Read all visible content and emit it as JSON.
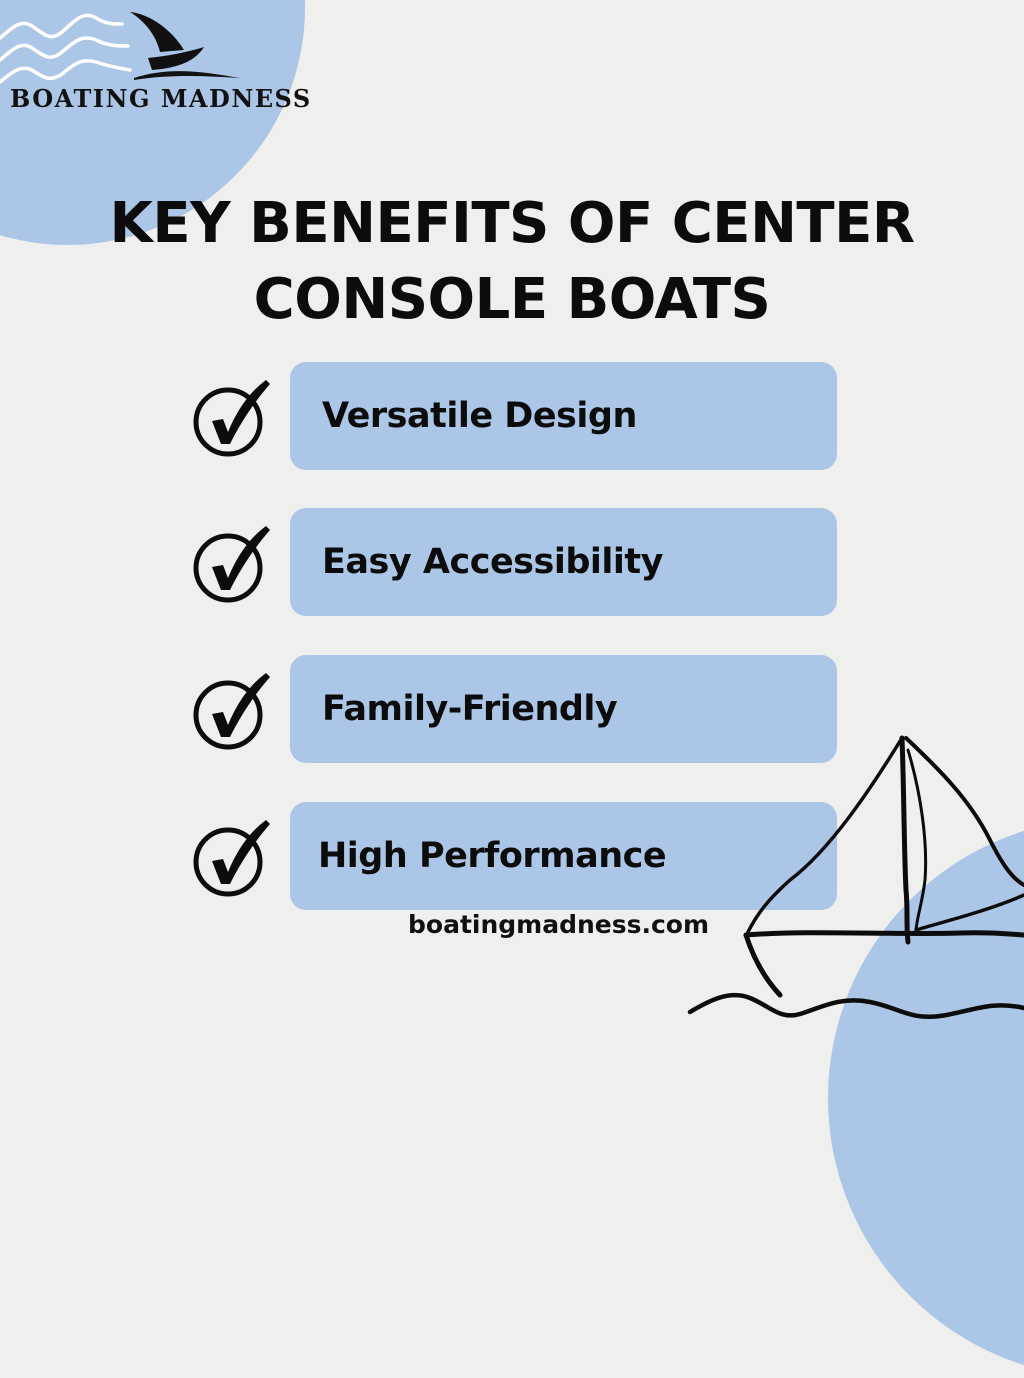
{
  "brand": {
    "name": "BOATING MADNESS",
    "logo_icon": "sailboat-waves-icon"
  },
  "title": {
    "line1": "KEY BENEFITS OF CENTER",
    "line2": "CONSOLE BOATS"
  },
  "benefits": [
    {
      "label": "Versatile Design",
      "icon": "checkmark-circle-icon"
    },
    {
      "label": "Easy Accessibility",
      "icon": "checkmark-circle-icon"
    },
    {
      "label": "Family-Friendly",
      "icon": "checkmark-circle-icon"
    },
    {
      "label": "High Performance",
      "icon": "checkmark-circle-icon"
    }
  ],
  "footer": {
    "website": "boatingmadness.com"
  },
  "colors": {
    "background": "#efefee",
    "accent_blue": "#abc6e6",
    "text": "#0c0c0c"
  }
}
